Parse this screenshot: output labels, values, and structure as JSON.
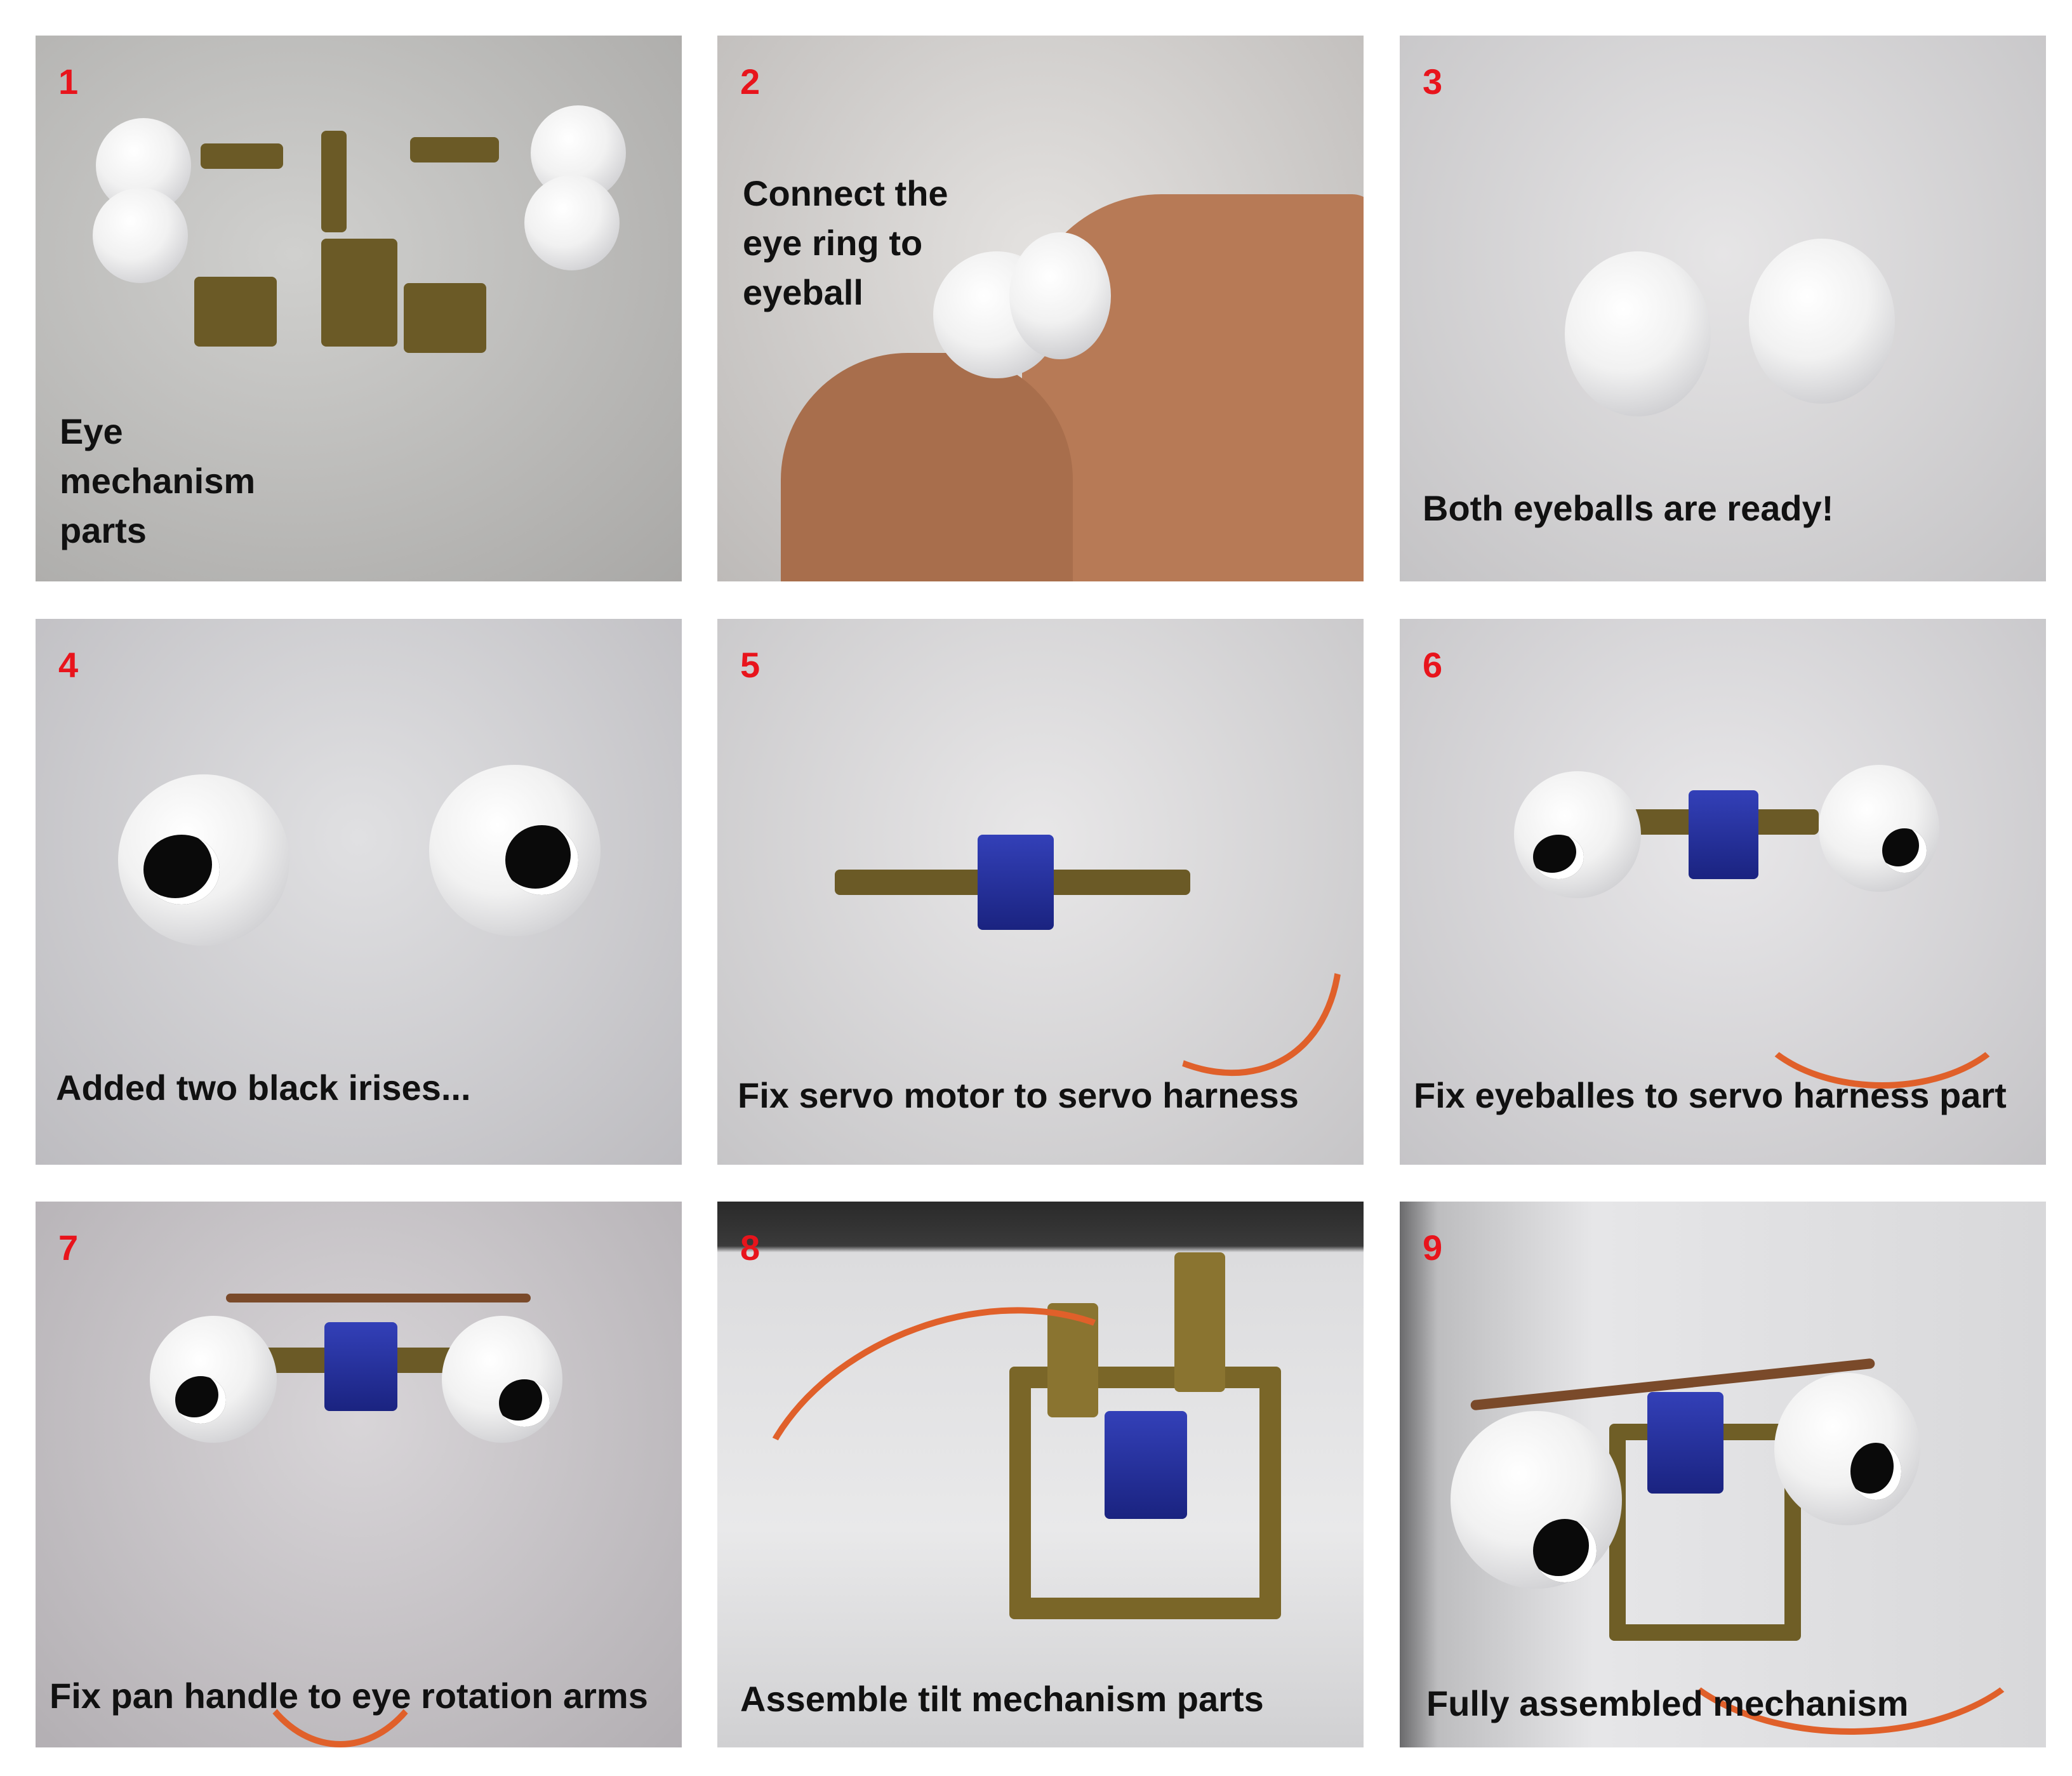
{
  "steps": [
    {
      "number": "1",
      "caption_lines": [
        "Eye",
        "mechanism",
        "parts"
      ]
    },
    {
      "number": "2",
      "caption_lines": [
        "Connect the",
        "eye ring to",
        "eyeball"
      ]
    },
    {
      "number": "3",
      "caption": "Both eyeballs are ready!"
    },
    {
      "number": "4",
      "caption": "Added two black irises..."
    },
    {
      "number": "5",
      "caption": "Fix servo motor to servo harness"
    },
    {
      "number": "6",
      "caption": "Fix eyeballes to servo harness part"
    },
    {
      "number": "7",
      "caption": "Fix pan handle to eye rotation arms"
    },
    {
      "number": "8",
      "caption": "Assemble tilt mechanism parts"
    },
    {
      "number": "9",
      "caption": "Fully assembled mechanism"
    }
  ]
}
